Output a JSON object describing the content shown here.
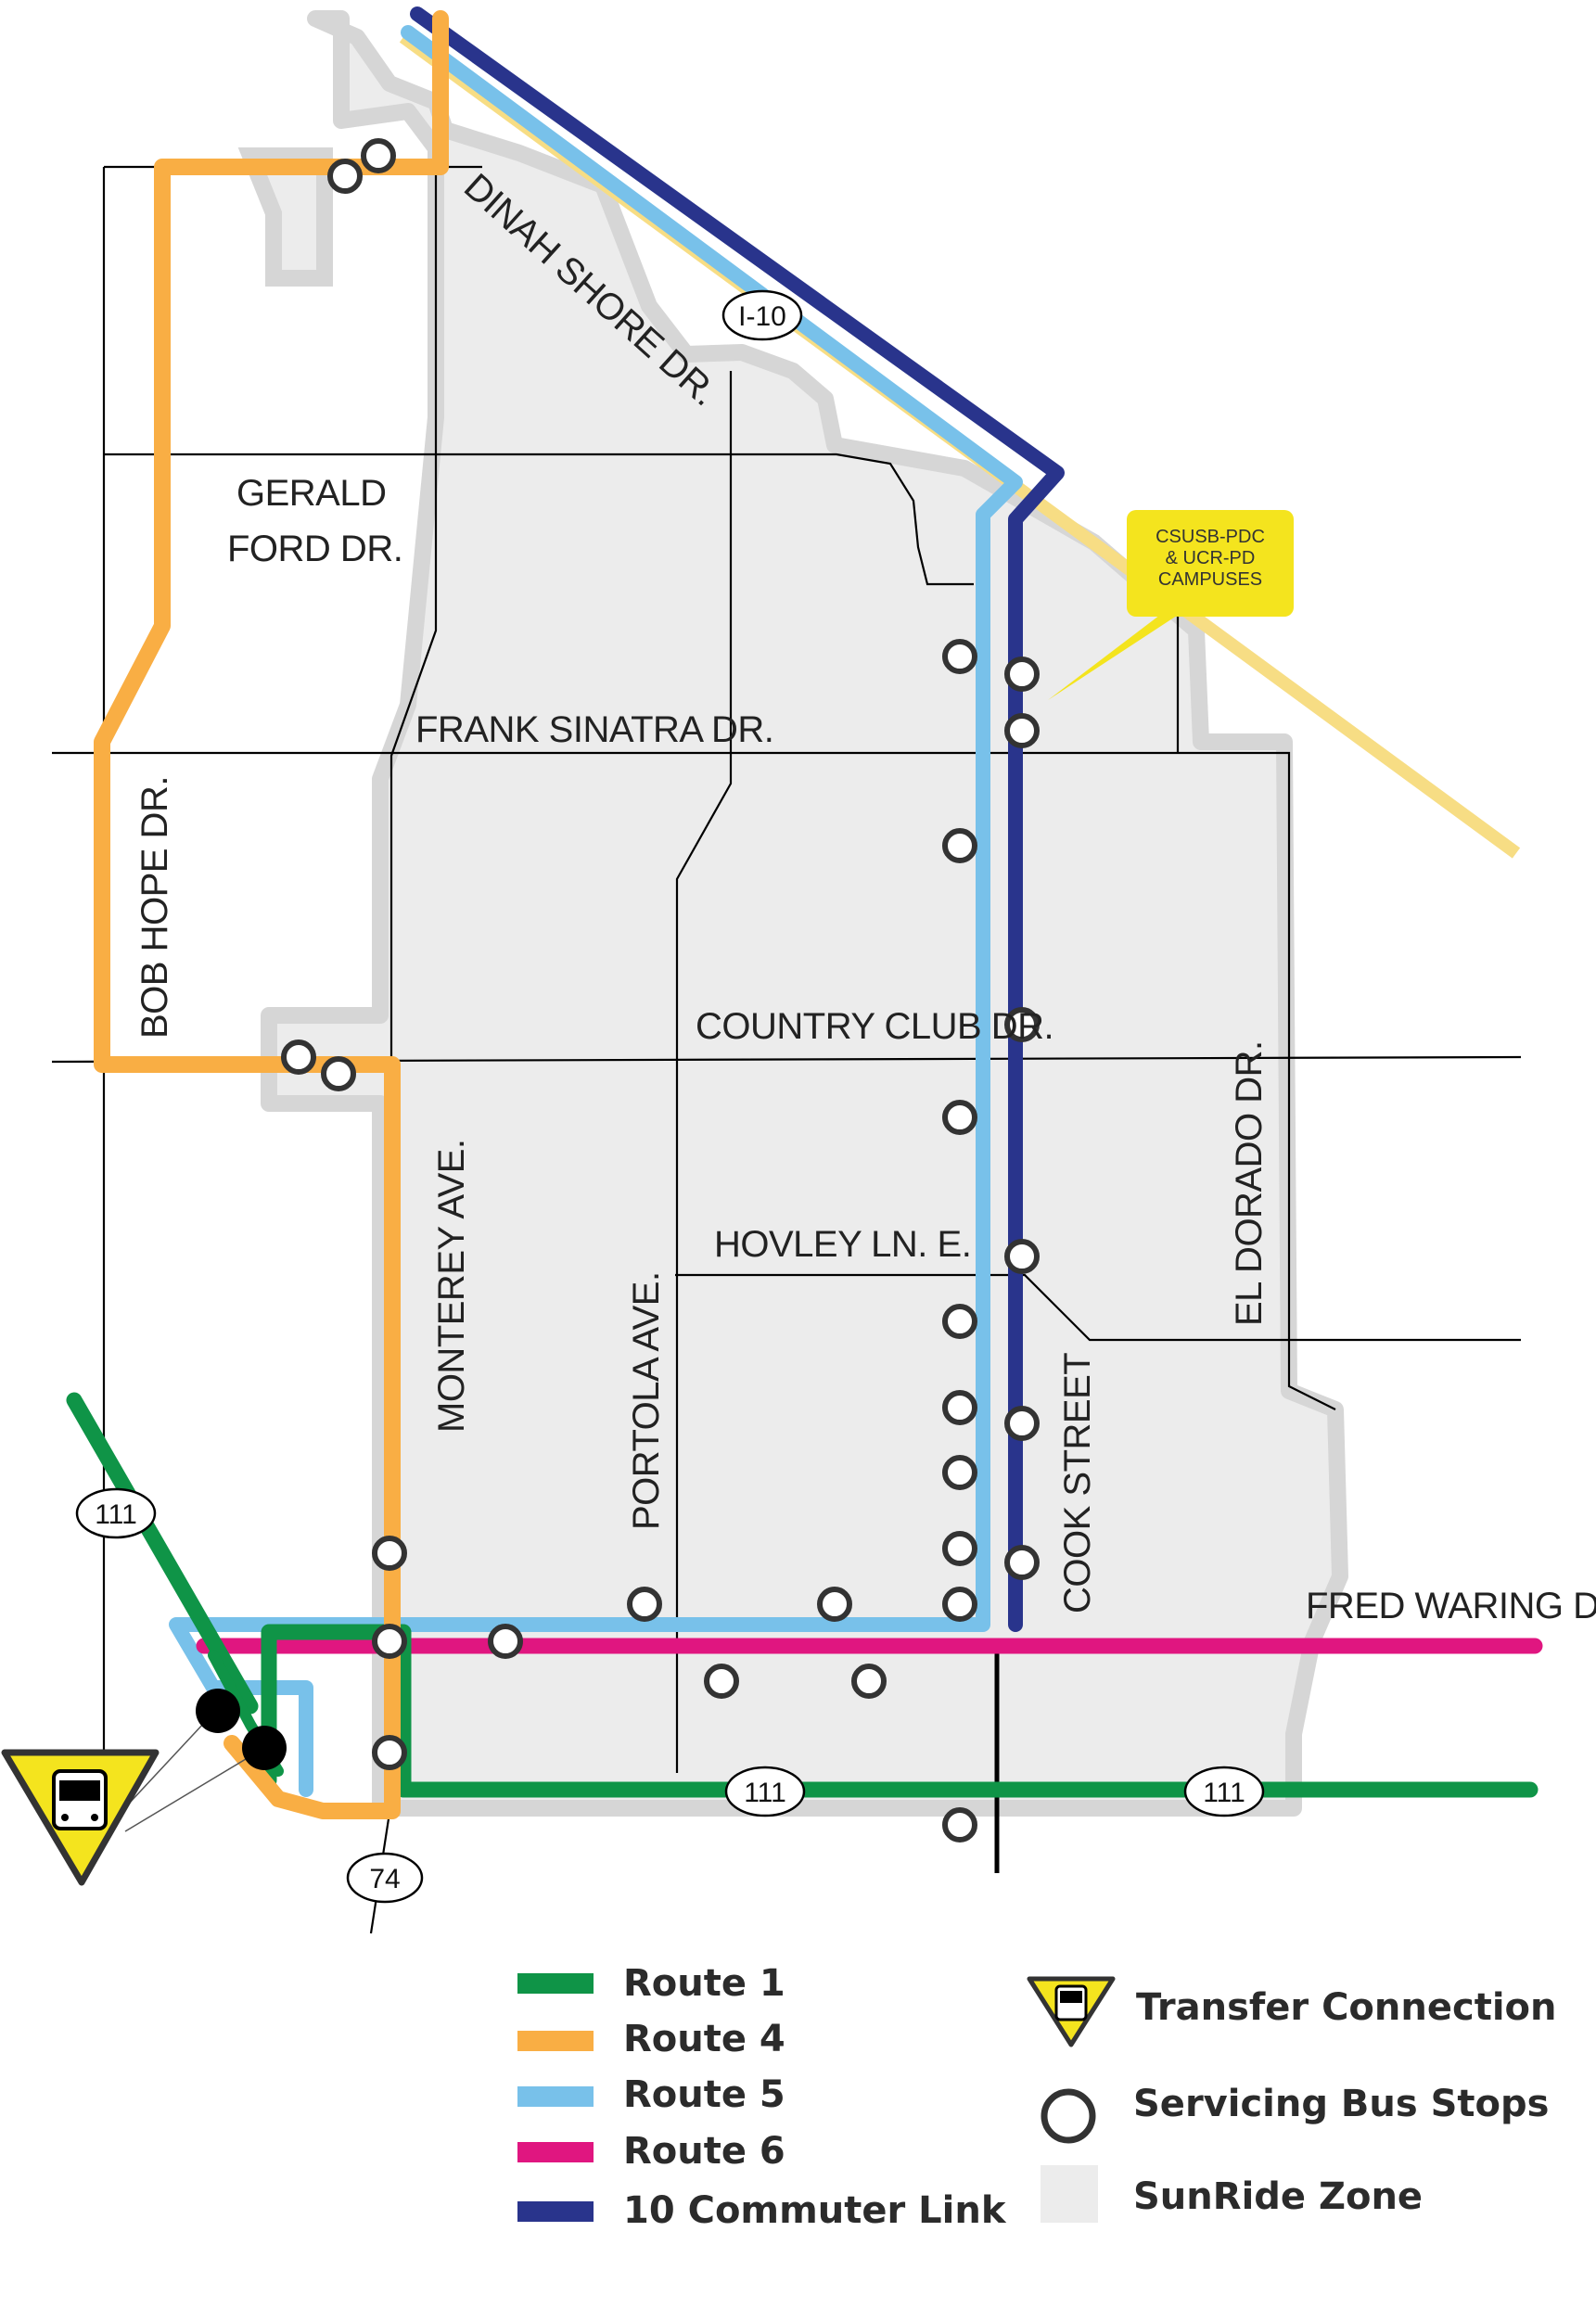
{
  "streets": {
    "dinah_shore": "DINAH SHORE DR.",
    "gerald_ford_1": "GERALD",
    "gerald_ford_2": "FORD DR.",
    "frank_sinatra": "FRANK SINATRA DR.",
    "bob_hope": "BOB HOPE DR.",
    "country_club": "COUNTRY CLUB DR.",
    "monterey": "MONTEREY AVE.",
    "hovley": "HOVLEY LN. E.",
    "el_dorado": "EL DORADO DR.",
    "portola": "PORTOLA AVE.",
    "cook": "COOK STREET",
    "fred_waring": "FRED WARING DR."
  },
  "shields": {
    "i10": "I-10",
    "hwy111_left": "111",
    "hwy111_mid": "111",
    "hwy111_right": "111",
    "hwy74": "74"
  },
  "callout": {
    "line1": "CSUSB-PDC",
    "line2": "& UCR-PD",
    "line3": "CAMPUSES"
  },
  "legend": {
    "routes": [
      {
        "label": "Route 1",
        "color": "#0f9447"
      },
      {
        "label": "Route 4",
        "color": "#f9ae44"
      },
      {
        "label": "Route 5",
        "color": "#78c1ea"
      },
      {
        "label": "Route 6",
        "color": "#e01680"
      },
      {
        "label": "10 Commuter Link",
        "color": "#29348c"
      }
    ],
    "transfer": "Transfer Connection",
    "stops": "Servicing Bus Stops",
    "zone": "SunRide Zone"
  },
  "colors": {
    "zone_fill": "#ececec",
    "zone_border": "#d6d6d6",
    "freeway": "#f7dd84",
    "callout_bg": "#f4e41e",
    "transfer_yellow": "#f4e41e"
  }
}
